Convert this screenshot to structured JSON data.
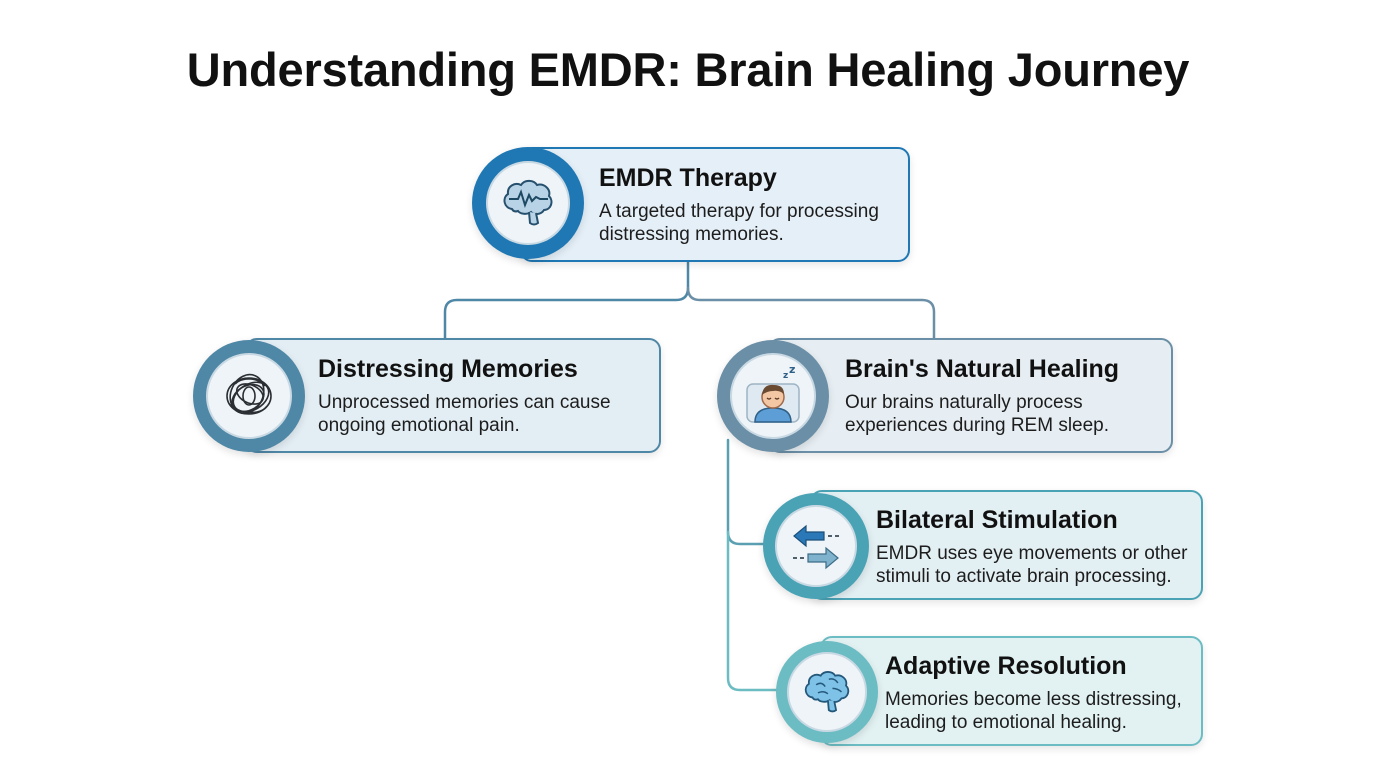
{
  "title": "Understanding EMDR: Brain Healing Journey",
  "colors": {
    "accent_blue": "#1f78b4",
    "steel_blue": "#4f87a6",
    "slate_blue": "#6b8fa6",
    "teal": "#4aa3b5",
    "sea_green": "#6cbcc3"
  },
  "nodes": {
    "emdr_therapy": {
      "title": "EMDR Therapy",
      "desc_lines": [
        "A targeted therapy for processing",
        "distressing memories."
      ],
      "icon": "brain-waveform-icon"
    },
    "distressing_memories": {
      "title": "Distressing Memories",
      "desc_lines": [
        "Unprocessed memories can cause",
        "ongoing emotional pain."
      ],
      "icon": "tangled-scribble-icon"
    },
    "natural_healing": {
      "title": "Brain's Natural Healing",
      "desc_lines": [
        "Our brains naturally process",
        "experiences during REM sleep."
      ],
      "icon": "sleeping-person-icon"
    },
    "bilateral_stimulation": {
      "title": "Bilateral Stimulation",
      "desc_lines": [
        "EMDR uses eye movements or other",
        "stimuli to activate brain processing."
      ],
      "icon": "bilateral-arrows-icon"
    },
    "adaptive_resolution": {
      "title": "Adaptive Resolution",
      "desc_lines": [
        "Memories become less distressing,",
        "leading to emotional healing."
      ],
      "icon": "healthy-brain-icon"
    }
  }
}
